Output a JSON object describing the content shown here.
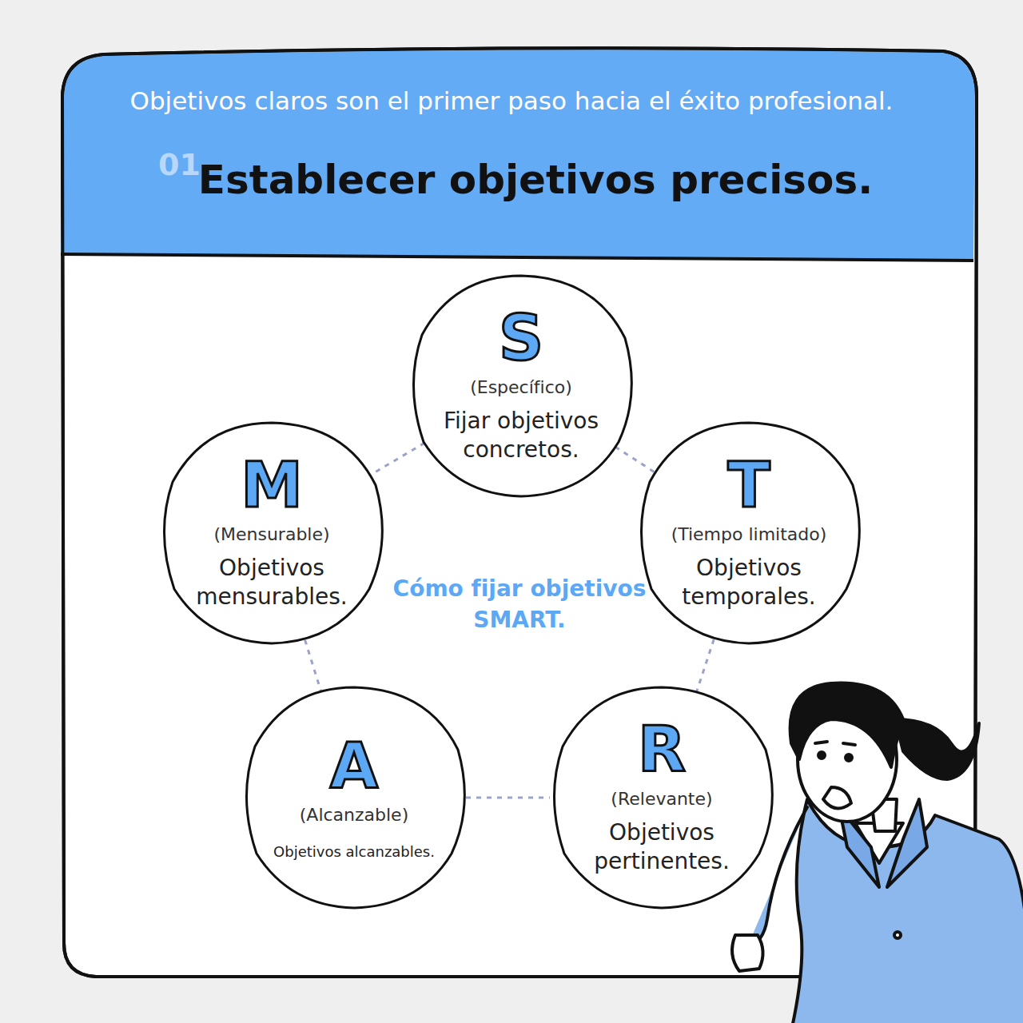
{
  "diagram": {
    "title": "Establecer objetivos precisos.",
    "nodes": [
      {
        "text": [
          "S",
          "(Específico)",
          "Fijar objetivos concretos."
        ]
      },
      {
        "text": [
          "M",
          "(Mensurable)",
          "Objetivos mensurables."
        ]
      },
      {
        "text": [
          "T",
          "(Tiempo limitado)",
          "Objetivos temporales."
        ]
      },
      {
        "text": [
          "A",
          "(Alcanzable)",
          "Objetivos alcanzables."
        ]
      },
      {
        "text": [
          "R",
          "(Relevante)",
          "Objetivos pertinentes."
        ]
      }
    ],
    "edges": [
      {
        "from": 0,
        "to": 1,
        "arrow": "none"
      },
      {
        "from": 0,
        "to": 2,
        "arrow": "none"
      },
      {
        "from": 1,
        "to": 3,
        "arrow": "none"
      },
      {
        "from": 2,
        "to": 4,
        "arrow": "none"
      },
      {
        "from": 3,
        "to": 4,
        "arrow": "none"
      }
    ],
    "labels": [
      "Objetivos claros son el primer paso hacia el éxito profesional.",
      "01",
      "Cómo fijar objetivos SMART."
    ]
  }
}
